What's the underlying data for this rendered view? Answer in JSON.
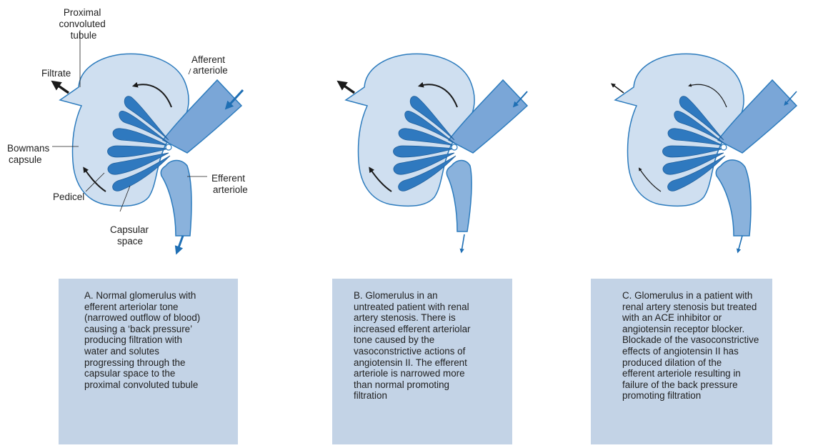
{
  "labels": {
    "proximal_tubule": [
      "Proximal",
      "convoluted",
      "tubule"
    ],
    "filtrate": "Filtrate",
    "afferent_arteriole": [
      "Afferent",
      "arteriole"
    ],
    "bowmans_capsule": [
      "Bowmans",
      "capsule"
    ],
    "efferent_arteriole": [
      "Efferent",
      "arteriole"
    ],
    "pedicel": "Pedicel",
    "capsular_space": [
      "Capsular",
      "space"
    ]
  },
  "captions": {
    "a": [
      "A. Normal glomerulus with",
      "efferent arteriolar tone",
      "(narrowed outflow of blood)",
      "causing a ‘back pressure’",
      "producing filtration with",
      "water and solutes",
      "progressing through the",
      "capsular space to the",
      "proximal convoluted tubule"
    ],
    "b": [
      "B. Glomerulus in an",
      "untreated patient with renal",
      "artery stenosis. There is",
      "increased efferent arteriolar",
      "tone caused by the",
      "vasoconstrictive actions of",
      "angiotensin II. The efferent",
      "arteriole is narrowed more",
      "than normal promoting",
      "filtration"
    ],
    "c": [
      "C. Glomerulus in a patient with",
      "renal artery stenosis but treated",
      "with an ACE inhibitor or",
      "angiotensin receptor blocker.",
      "Blockade of the vasoconstrictive",
      "effects of angiotensin II has",
      "produced dilation of the",
      "efferent arteriole resulting in",
      "failure of the back pressure",
      "promoting filtration"
    ]
  },
  "colors": {
    "capsule_fill": "#cfdff0",
    "capsule_stroke": "#2c7bbd",
    "afferent_fill": "#7aa6d7",
    "efferent_fill": "#8ab2dc",
    "lobe_fill": "#2f79bf",
    "arrow_blue": "#1f6fb4",
    "arrow_black": "#1a1a1a",
    "caption_bg": "#c3d3e6"
  }
}
